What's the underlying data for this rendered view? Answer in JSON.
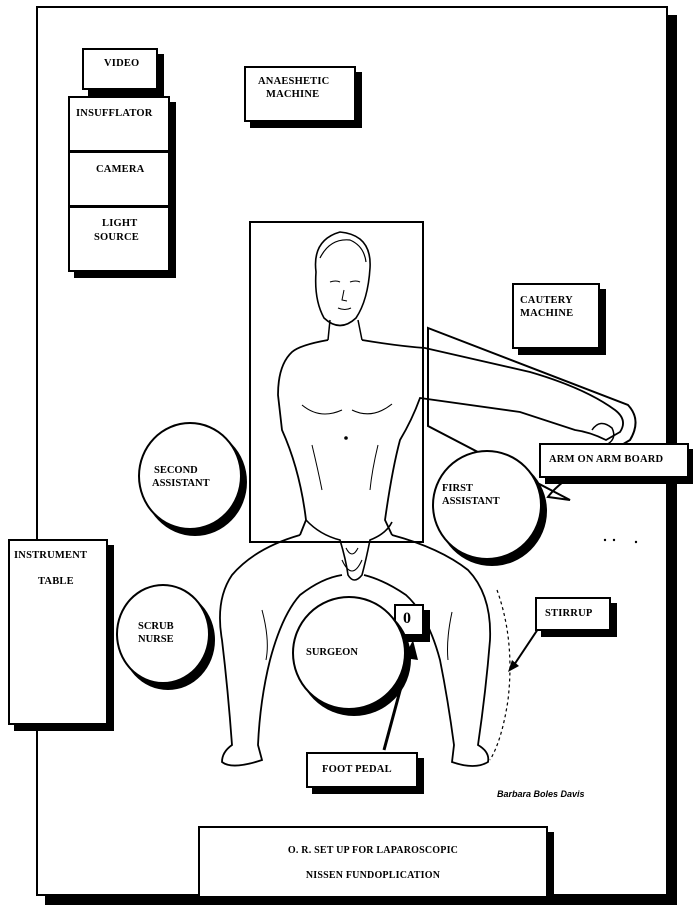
{
  "equipment": {
    "video": "VIDEO",
    "insufflator": "INSUFFLATOR",
    "camera": "CAMERA",
    "light_source": [
      "LIGHT",
      "SOURCE"
    ],
    "anaesthetic_machine": [
      "ANAESHETIC",
      "MACHINE"
    ],
    "cautery_machine": [
      "CAUTERY",
      "MACHINE"
    ],
    "instrument_table": [
      "INSTRUMENT",
      "TABLE"
    ],
    "arm_board": "ARM ON ARM BOARD",
    "stirrup": "STIRRUP",
    "foot_pedal": "FOOT PEDAL",
    "foot_pedal_symbol": "0"
  },
  "staff": {
    "second_assistant": [
      "SECOND",
      "ASSISTANT"
    ],
    "first_assistant": [
      "FIRST",
      "ASSISTANT"
    ],
    "scrub_nurse": [
      "SCRUB",
      "NURSE"
    ],
    "surgeon": "SURGEON"
  },
  "caption": [
    "O. R. SET UP FOR LAPAROSCOPIC",
    "NISSEN FUNDOPLICATION"
  ],
  "credit": "Barbara Boles Davis"
}
